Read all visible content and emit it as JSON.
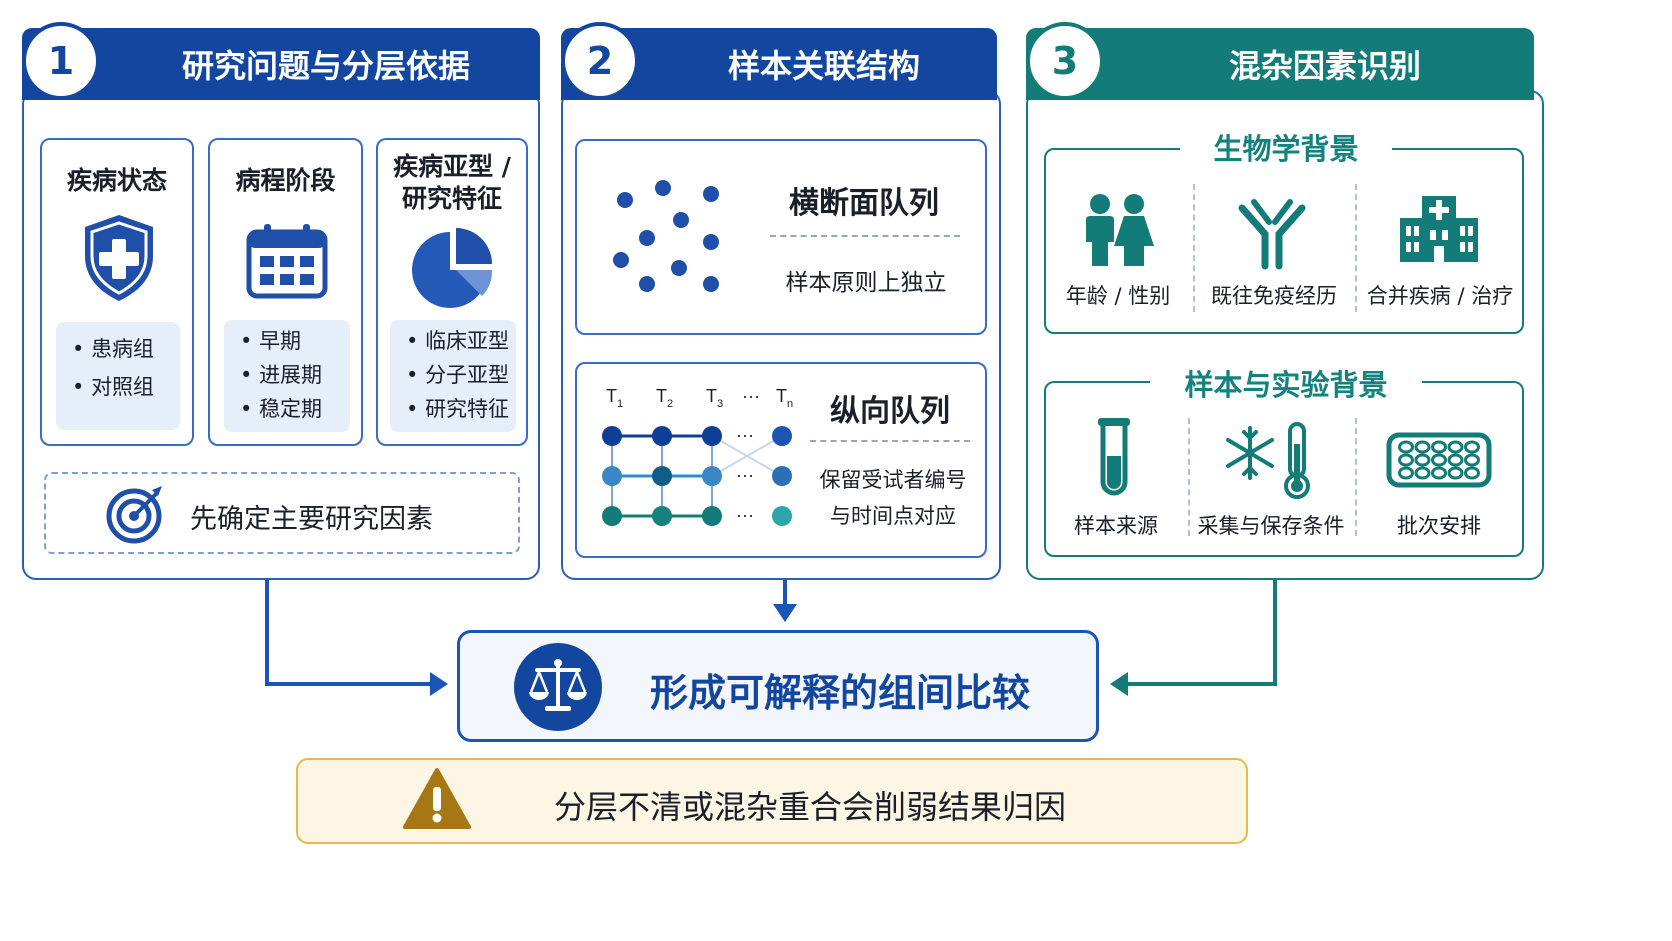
{
  "panel1": {
    "number": "1",
    "title": "研究问题与分层依据",
    "cards": [
      {
        "title": "疾病状态",
        "items": [
          "患病组",
          "对照组"
        ],
        "icon": "shield-cross-icon"
      },
      {
        "title": "病程阶段",
        "items": [
          "早期",
          "进展期",
          "稳定期"
        ],
        "icon": "calendar-icon"
      },
      {
        "title_line1": "疾病亚型 /",
        "title_line2": "研究特征",
        "items": [
          "临床亚型",
          "分子亚型",
          "研究特征"
        ],
        "icon": "pie-chart-icon"
      }
    ],
    "footer_text": "先确定主要研究因素"
  },
  "panel2": {
    "number": "2",
    "title": "样本关联结构",
    "cross": {
      "title": "横断面队列",
      "desc": "样本原则上独立"
    },
    "longitudinal": {
      "title": "纵向队列",
      "desc_line1": "保留受试者编号",
      "desc_line2": "与时间点对应",
      "time_labels": [
        {
          "base": "T",
          "sub": "1"
        },
        {
          "base": "T",
          "sub": "2"
        },
        {
          "base": "T",
          "sub": "3"
        },
        {
          "base": "···",
          "sub": ""
        },
        {
          "base": "T",
          "sub": "n"
        }
      ],
      "ellipsis": "···"
    }
  },
  "panel3": {
    "number": "3",
    "title": "混杂因素识别",
    "bio": {
      "title": "生物学背景",
      "items": [
        {
          "label": "年龄 / 性别",
          "icon": "people-icon"
        },
        {
          "label": "既往免疫经历",
          "icon": "antibody-icon"
        },
        {
          "label": "合并疾病 / 治疗",
          "icon": "hospital-icon"
        }
      ]
    },
    "sample": {
      "title": "样本与实验背景",
      "items": [
        {
          "label": "样本来源",
          "icon": "test-tube-icon"
        },
        {
          "label": "采集与保存条件",
          "icon": "snowflake-thermometer-icon"
        },
        {
          "label": "批次安排",
          "icon": "well-plate-icon"
        }
      ]
    }
  },
  "result": {
    "text": "形成可解释的组间比较",
    "icon": "balance-scale-icon"
  },
  "warning": {
    "text": "分层不清或混杂重合会削弱结果归因",
    "icon": "warning-icon"
  },
  "colors": {
    "blue_dark": "#0d3f96",
    "blue": "#1a55b4",
    "blue_mid": "#3a6bc6",
    "blue_light": "#e6eef9",
    "teal": "#137b78",
    "teal_light": "#2ba6ad",
    "warn_bg": "#fdf5e3",
    "warn_border": "#e4b94f"
  }
}
